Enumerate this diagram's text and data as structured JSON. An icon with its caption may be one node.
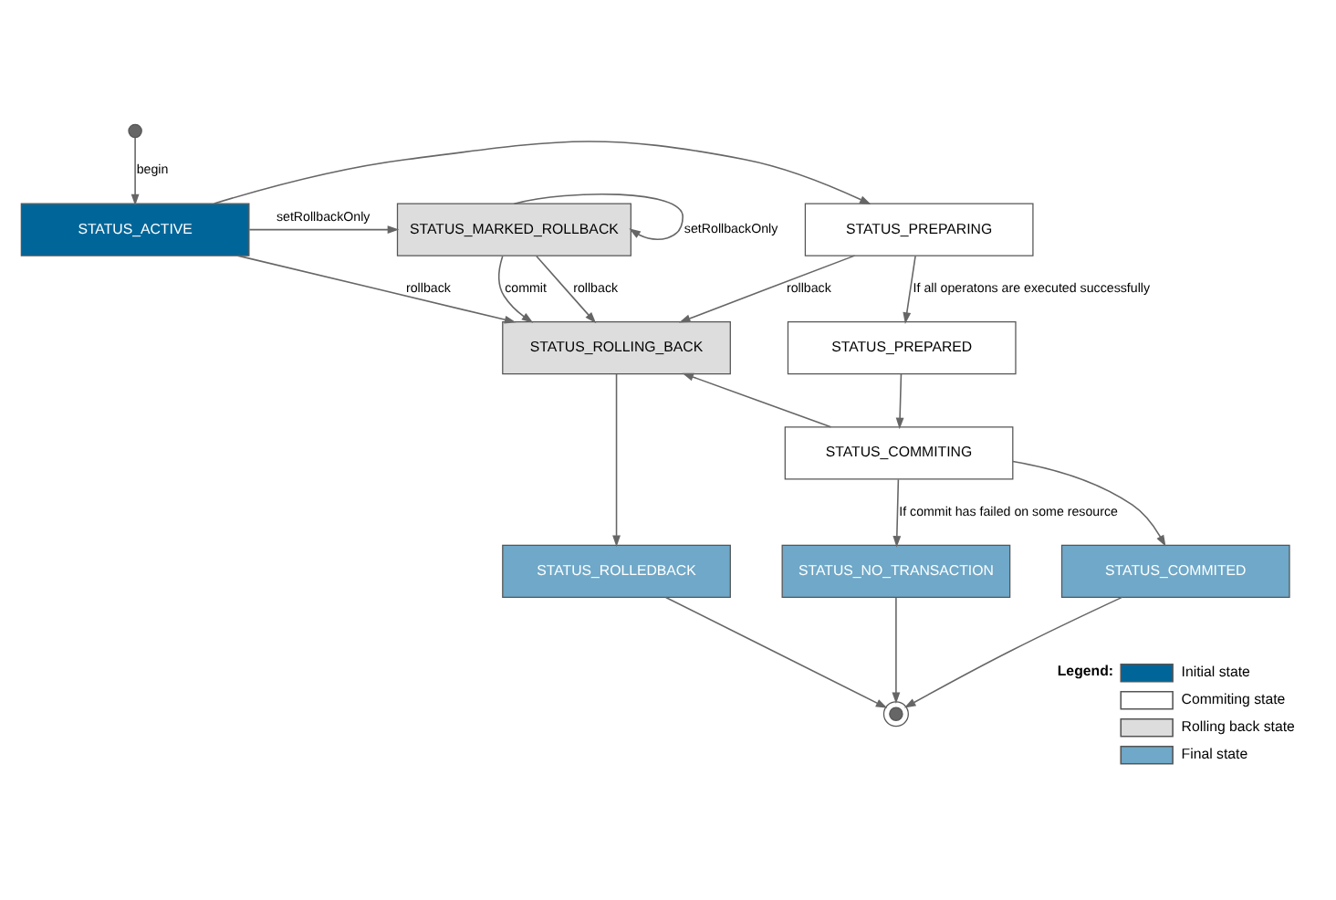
{
  "diagram": {
    "nodes": [
      {
        "text": [],
        "shape": "circle"
      },
      {
        "text": [
          "STATUS_ACTIVE"
        ]
      },
      {
        "text": [
          "STATUS_PREPARING"
        ]
      },
      {
        "text": [
          "STATUS_MARKED_ROLLBACK"
        ]
      },
      {
        "text": [
          "STATUS_PREPARED"
        ]
      },
      {
        "text": [
          "STATUS_ROLLING_BACK"
        ]
      },
      {
        "text": [
          "STATUS_COMMITING"
        ]
      },
      {
        "text": [
          "STATUS_COMMITED"
        ]
      },
      {
        "text": [
          "STATUS_NO_TRANSACTION"
        ]
      },
      {
        "text": [
          "STATUS_ROLLEDBACK"
        ]
      },
      {
        "text": [],
        "shape": "circle"
      }
    ],
    "edges": [
      {
        "from": 0,
        "to": 1,
        "arrow": "to",
        "label": "begin"
      },
      {
        "from": 1,
        "to": 2,
        "arrow": "to"
      },
      {
        "from": 1,
        "to": 3,
        "arrow": "to",
        "label": "setRollbackOnly"
      },
      {
        "from": 3,
        "to": 3,
        "arrow": "to",
        "label": "setRollbackOnly"
      },
      {
        "from": 2,
        "to": 5,
        "arrow": "to",
        "label": "rollback"
      },
      {
        "from": 1,
        "to": 5,
        "arrow": "to",
        "label": "rollback"
      },
      {
        "from": 3,
        "to": 5,
        "arrow": "to",
        "label": "rollback"
      },
      {
        "from": 2,
        "to": 4,
        "arrow": "to",
        "label": "If all operatons are executed successfully"
      },
      {
        "from": 3,
        "to": 5,
        "arrow": "to",
        "label": "commit"
      },
      {
        "from": 4,
        "to": 6,
        "arrow": "to"
      },
      {
        "from": 6,
        "to": 5,
        "arrow": "to"
      },
      {
        "from": 6,
        "to": 7,
        "arrow": "to"
      },
      {
        "from": 6,
        "to": 8,
        "arrow": "to",
        "label": "If commit has failed on some resource"
      },
      {
        "from": 5,
        "to": 9,
        "arrow": "to"
      },
      {
        "from": 7,
        "to": 10,
        "arrow": "to"
      },
      {
        "from": 8,
        "to": 10,
        "arrow": "to"
      },
      {
        "from": 9,
        "to": 10,
        "arrow": "to"
      }
    ],
    "labels": [
      "Legend:"
    ],
    "legend": [
      {
        "text": "Initial state",
        "color": "#006699"
      },
      {
        "text": "Commiting state",
        "color": "#ffffff"
      },
      {
        "text": "Rolling back state",
        "color": "#dddddd"
      },
      {
        "text": "Final state",
        "color": "#6fa8c8"
      }
    ]
  }
}
